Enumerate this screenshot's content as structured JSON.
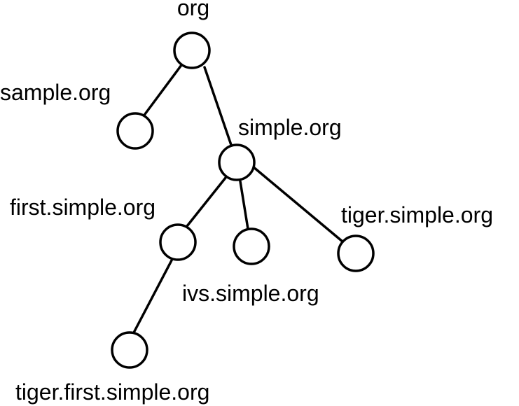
{
  "diagram": {
    "nodes": [
      {
        "id": "org",
        "label": "org"
      },
      {
        "id": "sample",
        "label": "sample.org"
      },
      {
        "id": "simple",
        "label": "simple.org"
      },
      {
        "id": "first",
        "label": "first.simple.org"
      },
      {
        "id": "ivs",
        "label": "ivs.simple.org"
      },
      {
        "id": "tiger",
        "label": "tiger.simple.org"
      },
      {
        "id": "tigerfirst",
        "label": "tiger.first.simple.org"
      }
    ],
    "edges": [
      {
        "from": "org",
        "to": "sample"
      },
      {
        "from": "org",
        "to": "simple"
      },
      {
        "from": "simple",
        "to": "first"
      },
      {
        "from": "simple",
        "to": "ivs"
      },
      {
        "from": "simple",
        "to": "tiger"
      },
      {
        "from": "first",
        "to": "tigerfirst"
      }
    ]
  }
}
